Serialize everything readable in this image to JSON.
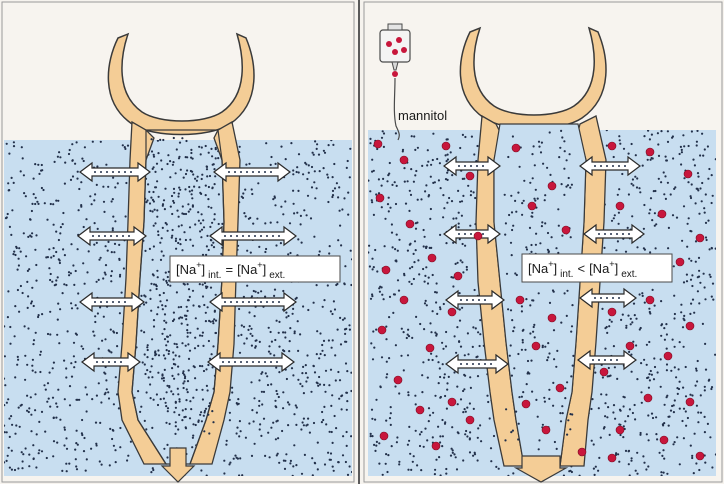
{
  "colors": {
    "page_background": "#f6f3ee",
    "fluid": "#c8def0",
    "tube": "#f4cd96",
    "tube_outline": "#3a3a3a",
    "sodium_dot": "#22304a",
    "mannitol_dot": "#c8163c",
    "flow_arrow_fill": "#ffffff",
    "label_box": "#ffffff"
  },
  "left_panel": {
    "label": {
      "na": "[Na",
      "plus": "+",
      "close": "]",
      "sub1": "int.",
      "relation": "=",
      "sub2": "ext."
    },
    "contains_mannitol": false
  },
  "right_panel": {
    "source_label": "mannitol",
    "label": {
      "na": "[Na",
      "plus": "+",
      "close": "]",
      "sub1": "int.",
      "relation": "<",
      "sub2": "ext."
    },
    "contains_mannitol": true
  },
  "icons": {
    "drip_bottle": "iv-bag-icon",
    "flow_arrow": "double-headed-arrow-icon",
    "outflow_arrow": "down-arrow-icon"
  }
}
